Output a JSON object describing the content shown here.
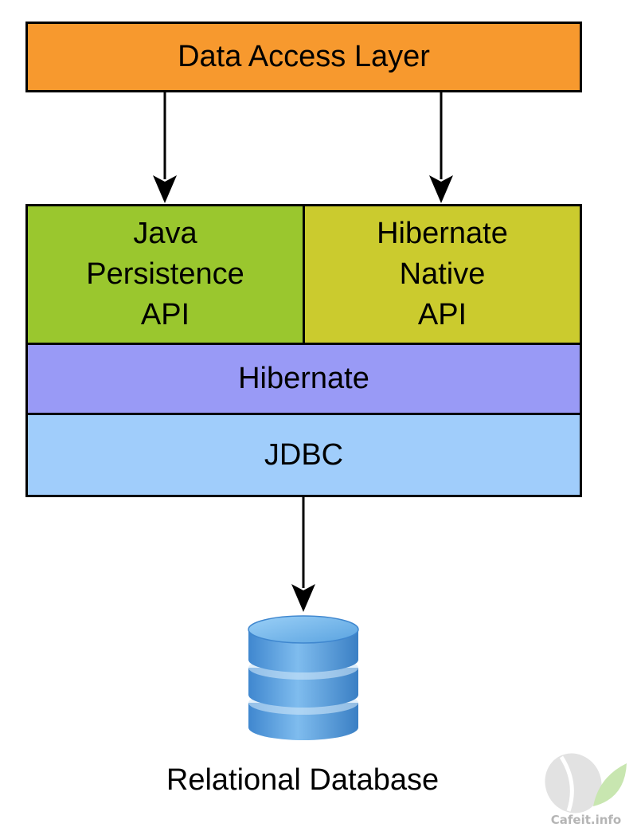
{
  "diagram": {
    "boxes": {
      "data_access_layer": "Data Access Layer",
      "jpa": "Java\nPersistence\nAPI",
      "hibernate_native": "Hibernate\nNative\nAPI",
      "hibernate": "Hibernate",
      "jdbc": "JDBC"
    },
    "database_label": "Relational Database"
  },
  "colors": {
    "data_access_layer": "#f7992e",
    "jpa": "#9ac72e",
    "hibernate_native": "#cbcb2e",
    "hibernate": "#999af6",
    "jdbc": "#a0cdfb",
    "database": "#5a9fdc"
  },
  "watermark": {
    "text": "Cafeit.info"
  }
}
